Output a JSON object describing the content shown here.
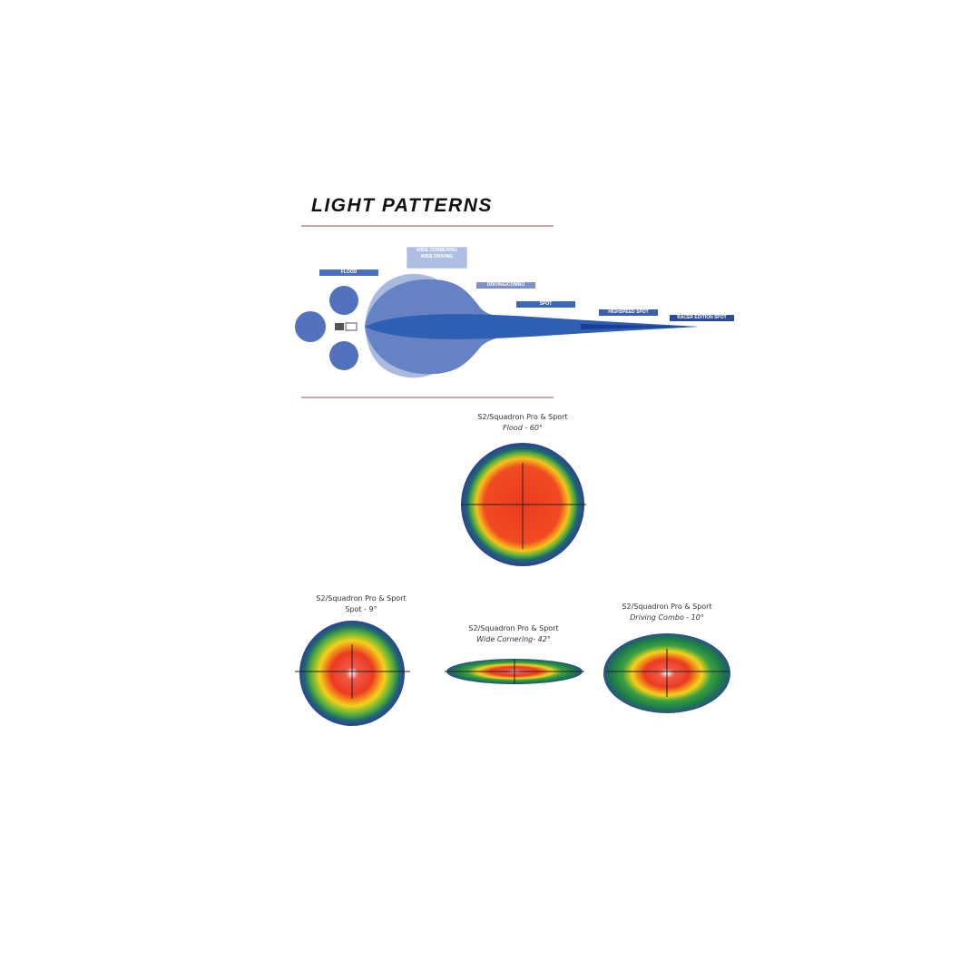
{
  "title": "LIGHT PATTERNS",
  "beam_labels": {
    "flood": "FLOOD",
    "wide": "WIDE CORNERING",
    "wide2": "WIDE DRIVING",
    "driving_combo": "DRIVING/COMBO",
    "spot": "SPOT",
    "highspeed_spot": "HIGHSPEED SPOT",
    "racer_spot": "RACER EDITION SPOT"
  },
  "patterns": [
    {
      "line1": "S2/Squadron Pro & Sport",
      "line2": "Flood - 60°"
    },
    {
      "line1": "S2/Squadron Pro & Sport",
      "line2": "Spot - 9°"
    },
    {
      "line1": "S2/Squadron Pro & Sport",
      "line2": "Wide Cornering- 42°"
    },
    {
      "line1": "S2/Squadron Pro & Sport",
      "line2": "Driving Combo - 10°"
    }
  ],
  "colors": {
    "beam_dark": "#2f5fb3",
    "beam_mid": "#5b7cc0",
    "beam_light": "#9fb1dc",
    "rule": "#c9a6a8"
  }
}
